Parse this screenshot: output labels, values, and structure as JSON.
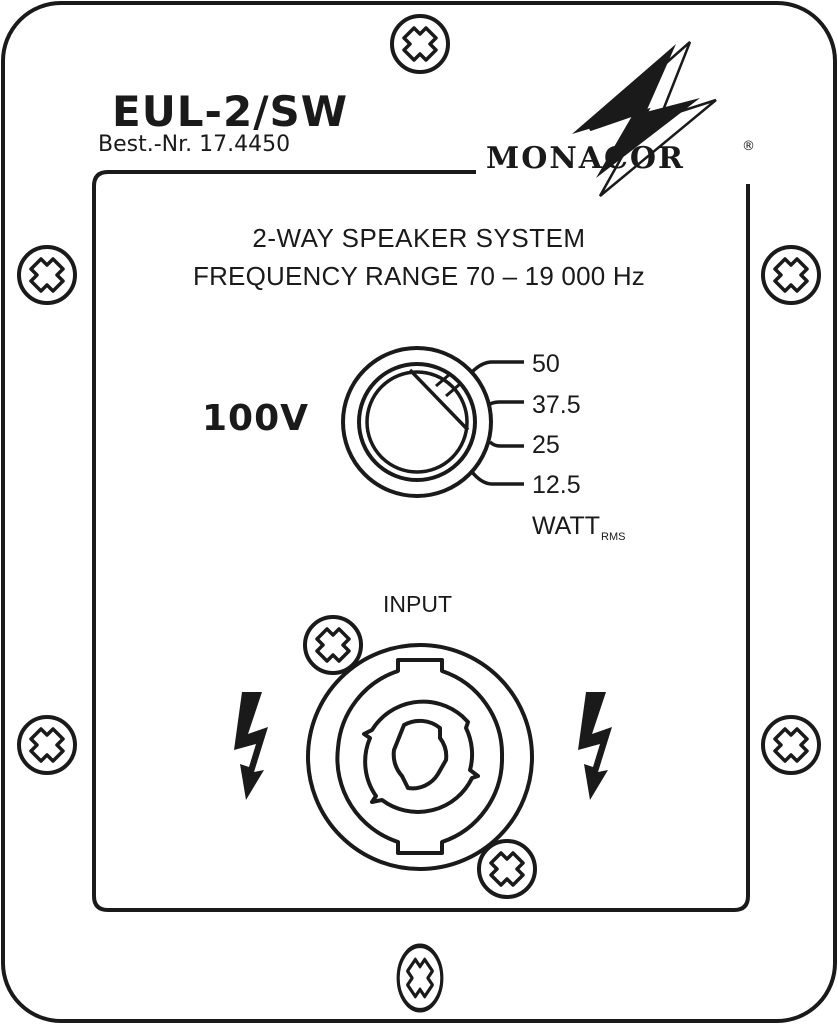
{
  "panel": {
    "model": "EUL-2/SW",
    "order_number": "Best.-Nr. 17.4450",
    "brand": "MONACOR",
    "brand_registered": "®",
    "description_line1": "2-WAY SPEAKER SYSTEM",
    "description_line2": "FREQUENCY RANGE 70 – 19 000 Hz",
    "voltage": "100V",
    "power_selector": {
      "taps": [
        "50",
        "37.5",
        "25",
        "12.5"
      ],
      "unit": "WATT",
      "unit_suffix": "RMS"
    },
    "input_label": "INPUT",
    "icons": {
      "mounting_screws": "screw-head-icon",
      "hazard": "high-voltage-bolt-icon",
      "logo": "monacor-lightning-logo",
      "connector": "speakon-connector"
    },
    "colors": {
      "ink": "#1a1a1a",
      "background": "#ffffff"
    }
  }
}
